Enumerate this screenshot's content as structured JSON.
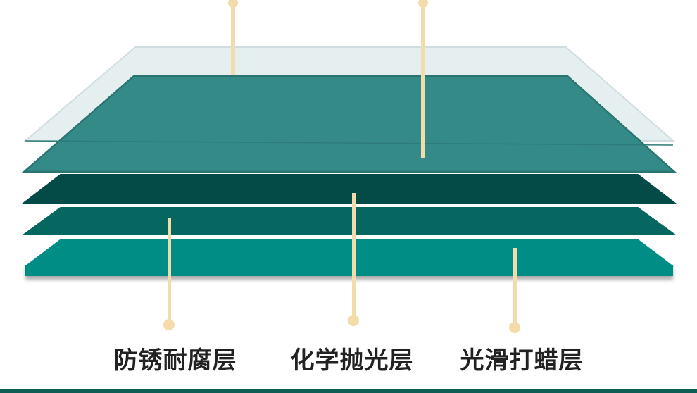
{
  "layers": {
    "labels": [
      "防锈耐腐层",
      "化学抛光层",
      "光滑打蜡层"
    ]
  },
  "colors": {
    "top_glass": "#e6eff0",
    "top_glass_edge": "#d0dde0",
    "layer_top": "#338a86",
    "layer_top_edge": "#2a7571",
    "layer_dark": "#044b48",
    "layer_mid": "#066660",
    "layer_base": "#008d86",
    "pin": "#f3dcaa"
  }
}
